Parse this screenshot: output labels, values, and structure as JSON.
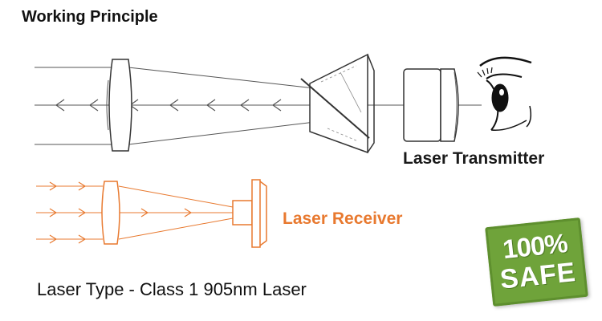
{
  "title": "Working Principle",
  "transmitter_label": "Laser Transmitter",
  "receiver_label": "Laser Receiver",
  "laser_type": "Laser Type - Class 1 905nm Laser",
  "badge": {
    "line1": "100%",
    "line2": "SAFE"
  },
  "colors": {
    "transmitter_line": "#555555",
    "receiver": "#e8792f",
    "badge_bg": "#6fa33a"
  },
  "icons": [
    "eye-icon",
    "objective-lens-icon",
    "prism-icon",
    "eyepiece-lens-icon",
    "receiver-lens-icon",
    "receiver-sensor-icon"
  ]
}
